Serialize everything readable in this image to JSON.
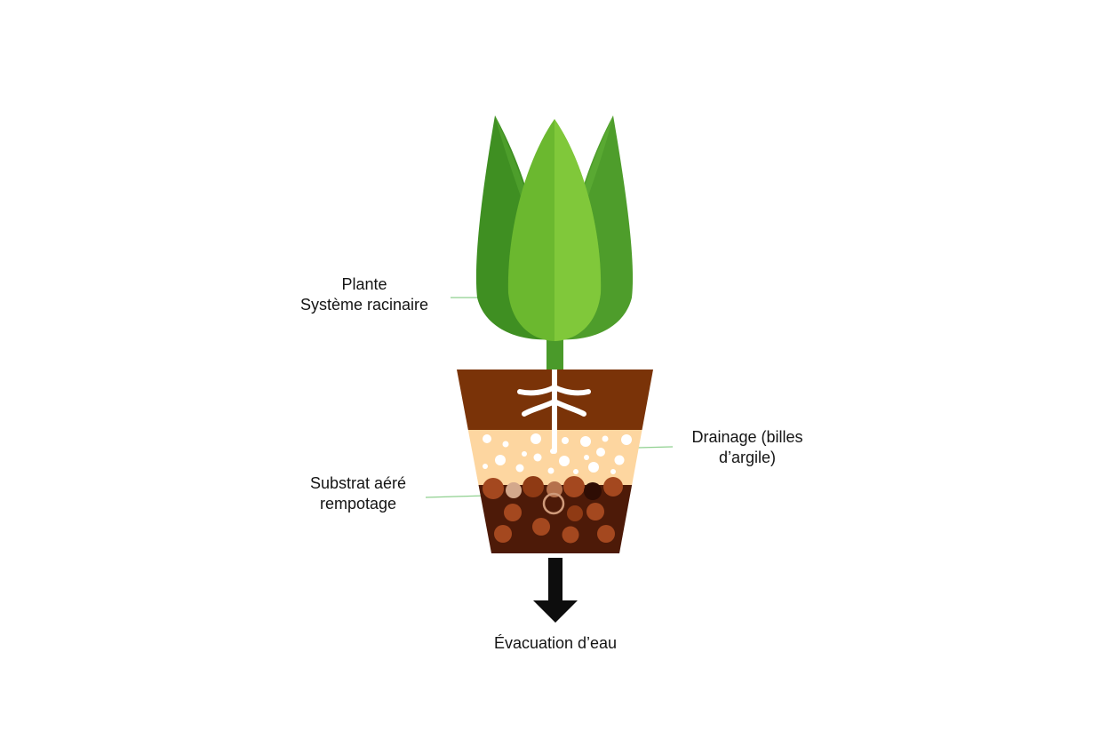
{
  "labels": {
    "plant_line1": "Plante",
    "plant_line2": "Système racinaire",
    "drainage_line1": "Drainage (billes",
    "drainage_line2": "d’argile)",
    "substrate_line1": "Substrat aéré",
    "substrate_line2": "rempotage",
    "water": "Évacuation d’eau"
  },
  "icons": {
    "plant": "plant-leaves-icon",
    "pot": "flower-pot-icon",
    "arrow": "arrow-down-icon"
  },
  "colors": {
    "leaf_dark": "#3f8f22",
    "leaf_mid": "#4ea02c",
    "leaf_light": "#7cc535",
    "stem": "#4a9a2a",
    "pot_soil_top": "#7a3308",
    "drainage_layer": "#fdd6a0",
    "substrate_layer": "#4d1a08",
    "clay_ball": "#a4481f",
    "roots": "#ffffff",
    "arrow": "#0d0d0d",
    "leader_line": "#8fd08f"
  }
}
